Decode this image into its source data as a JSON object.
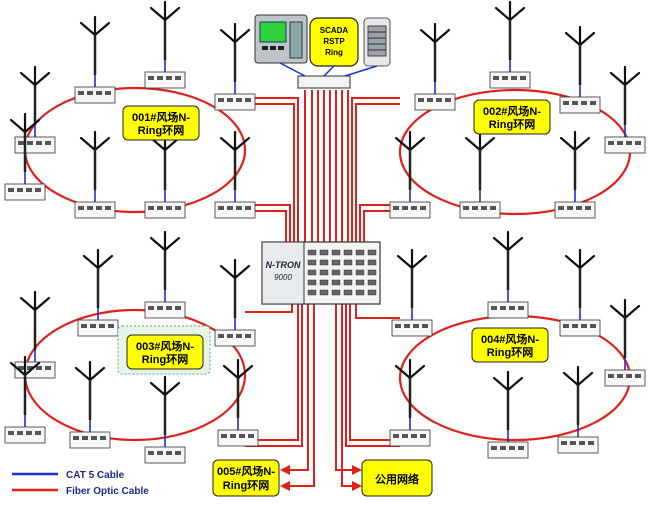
{
  "rings": [
    {
      "id": "ring-001",
      "line1": "001#风场N-",
      "line2": "Ring环网"
    },
    {
      "id": "ring-002",
      "line1": "002#风场N-",
      "line2": "Ring环网"
    },
    {
      "id": "ring-003",
      "line1": "003#风场N-",
      "line2": "Ring环网"
    },
    {
      "id": "ring-004",
      "line1": "004#风场N-",
      "line2": "Ring环网"
    }
  ],
  "ring5": {
    "line1": "005#风场N-",
    "line2": "Ring环网"
  },
  "public_network": "公用网络",
  "scada": {
    "line1": "SCADA",
    "line2": "RSTP",
    "line3": "Ring"
  },
  "core_switch": {
    "brand": "N-TRON",
    "model": "9000"
  },
  "legend": {
    "cat5": {
      "label": "CAT 5 Cable",
      "color": "#1f2fd0"
    },
    "fiber": {
      "label": "Fiber Optic Cable",
      "color": "#e0201a"
    }
  },
  "colors": {
    "label_fill": "#ffff00",
    "fiber": "#e0201a",
    "cat5": "#1f2fd0"
  }
}
